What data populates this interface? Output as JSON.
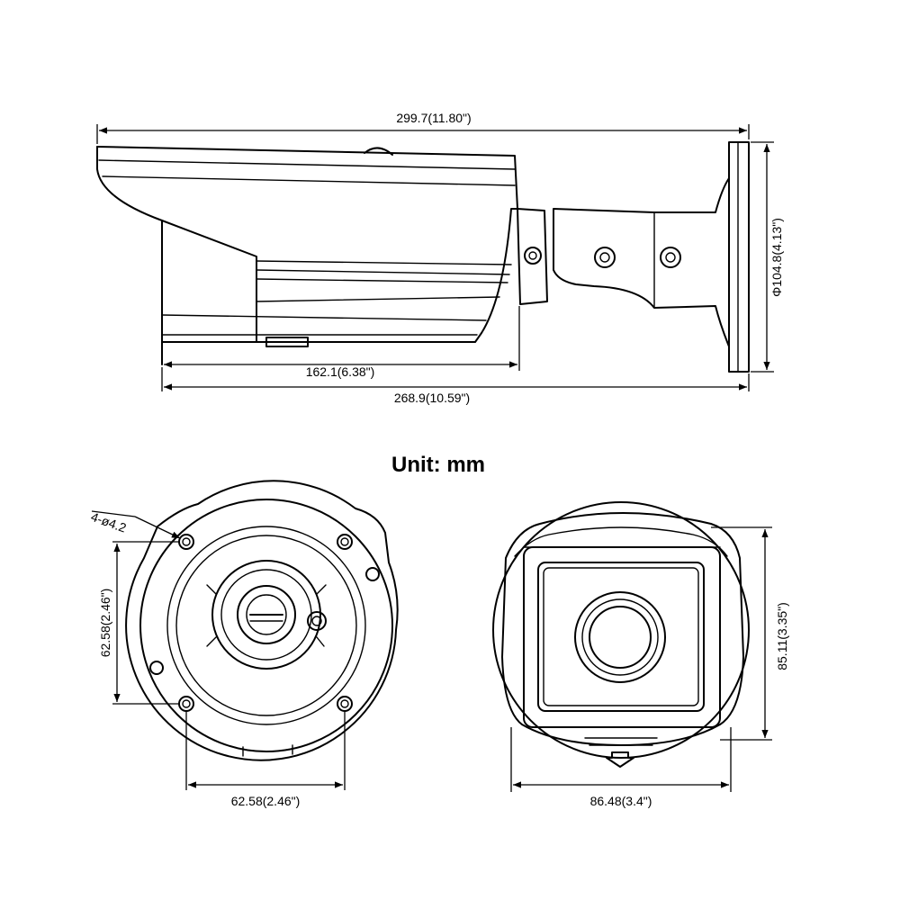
{
  "unit_label": "Unit: mm",
  "side_view": {
    "overall_length": "299.7(11.80\")",
    "body_length": "162.1(6.38\")",
    "mount_length": "268.9(10.59\")",
    "base_diameter": "Φ104.8(4.13\")"
  },
  "base_view": {
    "hole_spec": "4-ø4.2",
    "vertical_spacing": "62.58(2.46\")",
    "horizontal_spacing": "62.58(2.46\")"
  },
  "front_view": {
    "width": "86.48(3.4\")",
    "height": "85.11(3.35\")"
  }
}
